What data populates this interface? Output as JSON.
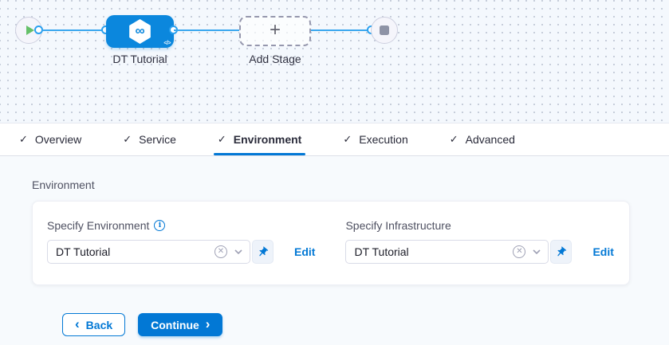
{
  "pipeline": {
    "stage": {
      "name": "DT Tutorial",
      "icon_glyph": "∞",
      "code_icon": "</>"
    },
    "add_stage": {
      "label": "Add Stage",
      "plus_glyph": "+"
    }
  },
  "tabs": {
    "check_glyph": "✓",
    "items": [
      {
        "label": "Overview",
        "active": false
      },
      {
        "label": "Service",
        "active": false
      },
      {
        "label": "Environment",
        "active": true
      },
      {
        "label": "Execution",
        "active": false
      },
      {
        "label": "Advanced",
        "active": false
      }
    ]
  },
  "panel": {
    "section_title": "Environment",
    "environment_field": {
      "label": "Specify Environment",
      "info_glyph": "i",
      "value": "DT Tutorial",
      "clear_glyph": "✕",
      "edit_label": "Edit"
    },
    "infrastructure_field": {
      "label": "Specify Infrastructure",
      "value": "DT Tutorial",
      "clear_glyph": "✕",
      "edit_label": "Edit"
    }
  },
  "footer": {
    "back_chevron": "‹",
    "back_label": "Back",
    "continue_label": "Continue",
    "continue_chevron": "›"
  },
  "colors": {
    "primary": "#0278d5",
    "node_blue": "#0b87dd",
    "connector": "#3aa7ef"
  }
}
